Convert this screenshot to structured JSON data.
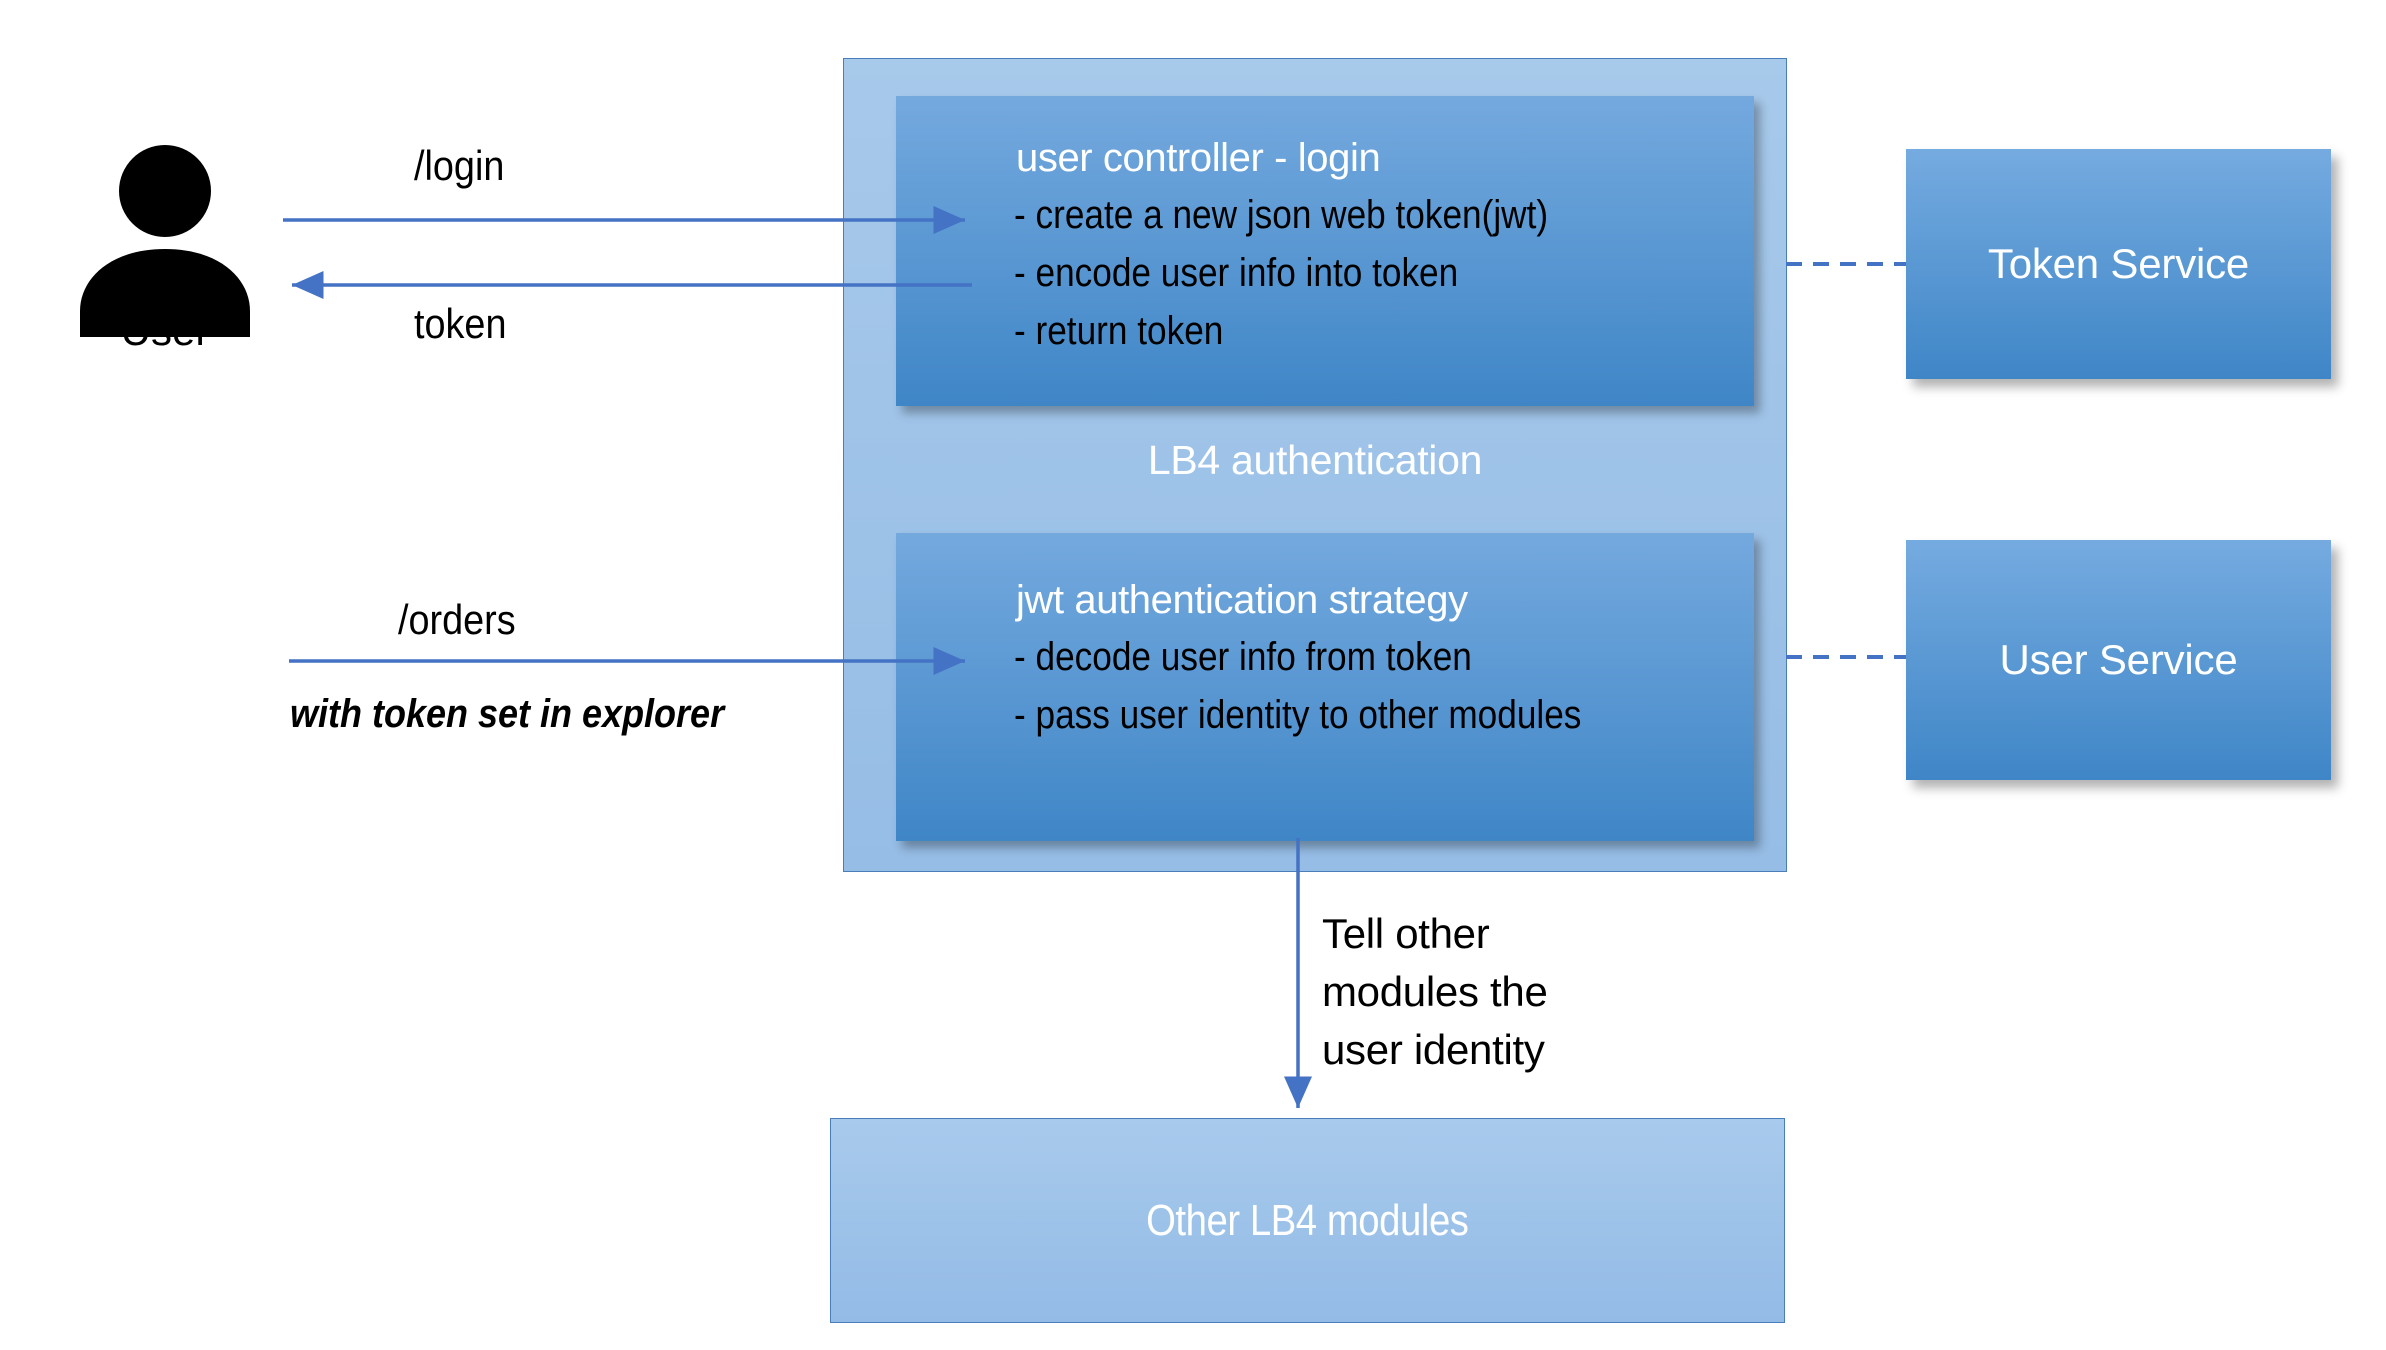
{
  "diagram": {
    "title_caption": "LB4 authentication",
    "actor": {
      "icon": "user-person-icon",
      "label": "User"
    },
    "flows": [
      {
        "id": "login",
        "label": "/login",
        "direction": "right"
      },
      {
        "id": "token",
        "label": "token",
        "direction": "left"
      },
      {
        "id": "orders",
        "label": "/orders",
        "direction": "right"
      },
      {
        "id": "orders_note",
        "label": "with token set in explorer",
        "style": "bold-italic"
      }
    ],
    "modules": {
      "user_controller": {
        "title": "user controller - login",
        "lines": [
          "- create a new json web token(jwt)",
          "- encode user info into token",
          "- return token"
        ]
      },
      "jwt_strategy": {
        "title": "jwt authentication strategy",
        "lines": [
          "- decode user info from token",
          "- pass user identity to other modules"
        ]
      }
    },
    "services": [
      {
        "id": "token_service",
        "label": "Token Service",
        "connector": "dashed"
      },
      {
        "id": "user_service",
        "label": "User Service",
        "connector": "dashed"
      }
    ],
    "downstream": {
      "note_lines": [
        "Tell other",
        "modules the",
        "user identity"
      ],
      "note_text": "Tell other modules the user identity",
      "box_label": "Other LB4 modules"
    },
    "colors": {
      "container_fill_top": "#a7c9ea",
      "container_fill_bottom": "#96bde6",
      "container_border": "#4a7ebb",
      "module_fill_top": "#74a9de",
      "module_fill_bottom": "#3f86c7",
      "service_fill_top": "#75abe0",
      "service_fill_bottom": "#3f86c7",
      "arrow": "#4472c4",
      "dashed_connector": "#4472c4",
      "title_text": "#ffffff",
      "body_text": "#000000",
      "background": "#ffffff"
    }
  }
}
